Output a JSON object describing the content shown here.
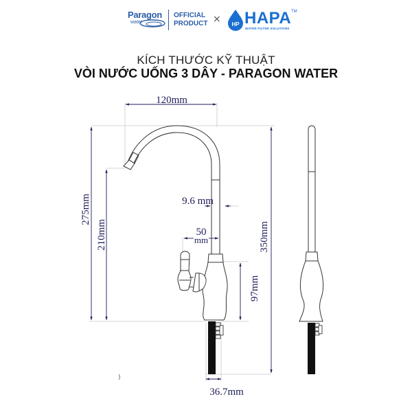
{
  "header": {
    "paragon_name": "Paragon",
    "paragon_sub": "water",
    "official_line1": "OFFICIAL",
    "official_line2": "PRODUCT",
    "cross": "×",
    "hapa_name": "HAPA",
    "hapa_tm": "TM",
    "hapa_sub": "WATER FILTER SOLUTIONS",
    "hapa_drop_text": "HP",
    "colors": {
      "paragon": "#2a5da8",
      "hapa": "#1a6fd0"
    }
  },
  "titles": {
    "line1": "KÍCH THƯỚC KỸ THUẬT",
    "line2": "VÒI NƯỚC UỐNG 3 DÂY - PARAGON WATER"
  },
  "dimensions": {
    "spout_reach": "120mm",
    "total_height_front": "275mm",
    "outlet_height": "210mm",
    "tube_diameter": "9.6 mm",
    "handle_offset_value": "50",
    "handle_offset_unit": "mm",
    "body_height": "97mm",
    "total_height": "350mm",
    "base_diameter": "36.7mm",
    "stray_mark": ")"
  },
  "drawing_colors": {
    "line": "#333333",
    "dim_line": "#c8c8d0",
    "arrow": "#1d1d5a",
    "shank": "#111111"
  }
}
